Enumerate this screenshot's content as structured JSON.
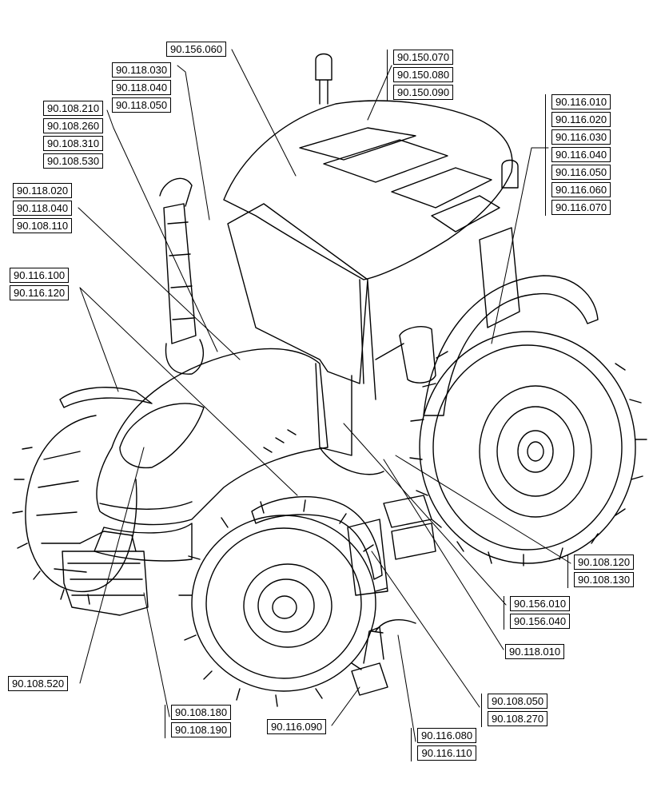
{
  "diagram": {
    "groups": [
      {
        "id": "g1",
        "labels": [
          "90.156.060"
        ]
      },
      {
        "id": "g2",
        "labels": [
          "90.150.070",
          "90.150.080",
          "90.150.090"
        ]
      },
      {
        "id": "g3",
        "labels": [
          "90.118.030",
          "90.118.040",
          "90.118.050"
        ]
      },
      {
        "id": "g4",
        "labels": [
          "90.108.210",
          "90.108.260",
          "90.108.310",
          "90.108.530"
        ]
      },
      {
        "id": "g5",
        "labels": [
          "90.116.010",
          "90.116.020",
          "90.116.030",
          "90.116.040",
          "90.116.050",
          "90.116.060",
          "90.116.070"
        ]
      },
      {
        "id": "g6",
        "labels": [
          "90.118.020",
          "90.118.040",
          "90.108.110"
        ]
      },
      {
        "id": "g7",
        "labels": [
          "90.116.100",
          "90.116.120"
        ]
      },
      {
        "id": "g8",
        "labels": [
          "90.108.120",
          "90.108.130"
        ]
      },
      {
        "id": "g9",
        "labels": [
          "90.156.010",
          "90.156.040"
        ]
      },
      {
        "id": "g10",
        "labels": [
          "90.118.010"
        ]
      },
      {
        "id": "g11",
        "labels": [
          "90.108.520"
        ]
      },
      {
        "id": "g12",
        "labels": [
          "90.108.050",
          "90.108.270"
        ]
      },
      {
        "id": "g13",
        "labels": [
          "90.108.180",
          "90.108.190"
        ]
      },
      {
        "id": "g14",
        "labels": [
          "90.116.090"
        ]
      },
      {
        "id": "g15",
        "labels": [
          "90.116.080",
          "90.116.110"
        ]
      }
    ]
  }
}
